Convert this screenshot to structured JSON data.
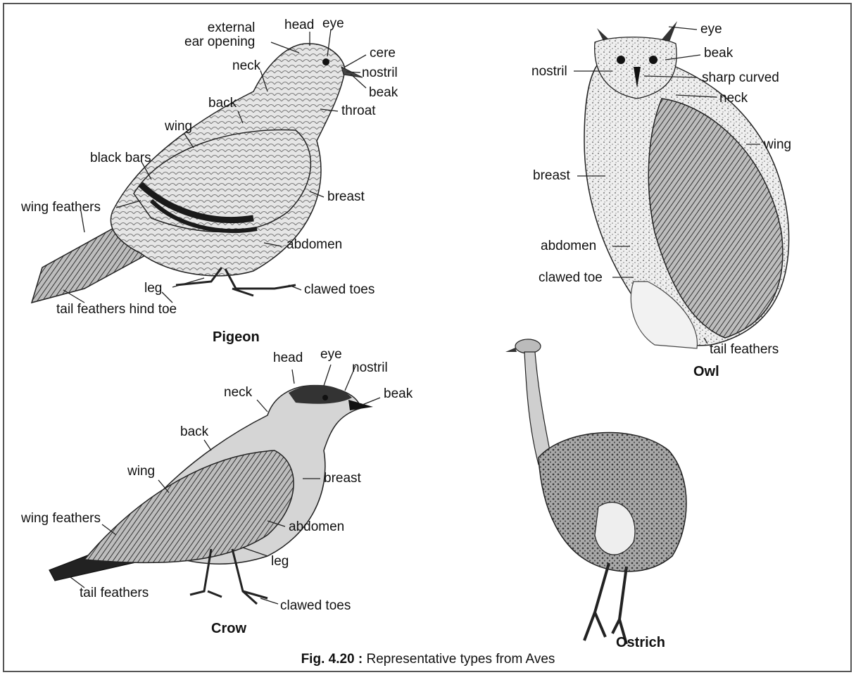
{
  "figure": {
    "caption_number": "Fig. 4.20 :",
    "caption_text": "Representative types from Aves"
  },
  "pigeon": {
    "name": "Pigeon",
    "labels": {
      "external_ear": "external\near opening",
      "head": "head",
      "eye": "eye",
      "cere": "cere",
      "nostril": "nostril",
      "beak": "beak",
      "neck": "neck",
      "back": "back",
      "throat": "throat",
      "wing": "wing",
      "black_bars": "black bars",
      "breast": "breast",
      "wing_feathers": "wing feathers",
      "abdomen": "abdomen",
      "leg": "leg",
      "clawed_toes": "clawed toes",
      "tail_hind": "tail feathers hind toe"
    }
  },
  "owl": {
    "name": "Owl",
    "labels": {
      "eye": "eye",
      "beak": "beak",
      "nostril": "nostril",
      "sharp_curved": "sharp curved",
      "neck": "neck",
      "wing": "wing",
      "breast": "breast",
      "abdomen": "abdomen",
      "clawed_toe": "clawed toe",
      "tail_feathers": "tail feathers"
    }
  },
  "crow": {
    "name": "Crow",
    "labels": {
      "head": "head",
      "eye": "eye",
      "nostril": "nostril",
      "beak": "beak",
      "neck": "neck",
      "back": "back",
      "wing": "wing",
      "breast": "breast",
      "wing_feathers": "wing feathers",
      "abdomen": "abdomen",
      "leg": "leg",
      "tail_feathers": "tail feathers",
      "clawed_toes": "clawed toes"
    }
  },
  "ostrich": {
    "name": "Ostrich"
  },
  "colors": {
    "ink": "#222222",
    "shade": "#8a8a8a",
    "light": "#d9d9d9"
  }
}
